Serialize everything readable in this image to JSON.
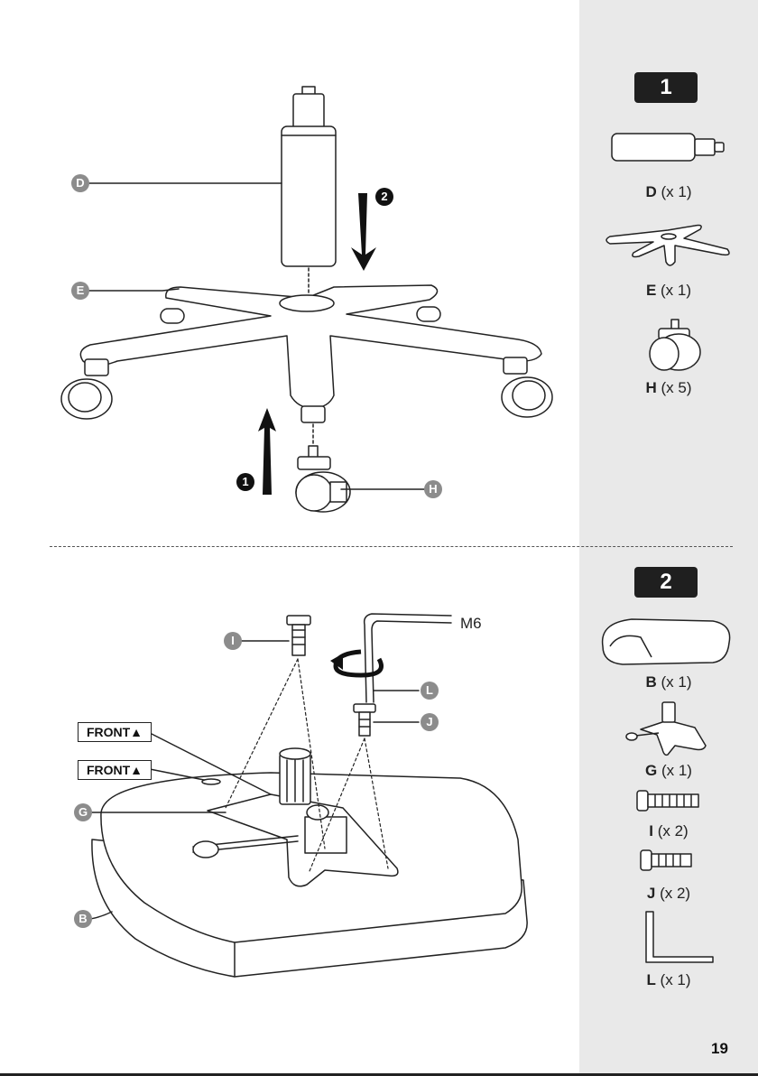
{
  "page_number": "19",
  "step1": {
    "badge": "1",
    "callouts": {
      "d": "D",
      "e": "E",
      "h": "H"
    },
    "order": {
      "first": "1",
      "second": "2"
    },
    "parts": [
      {
        "letter": "D",
        "qty": " (x 1)"
      },
      {
        "letter": "E",
        "qty": " (x 1)"
      },
      {
        "letter": "H",
        "qty": " (x 5)"
      }
    ]
  },
  "step2": {
    "badge": "2",
    "callouts": {
      "i": "I",
      "l": "L",
      "j": "J",
      "g": "G",
      "b": "B"
    },
    "front_label": "FRONT",
    "wrench_size": "M6",
    "parts": [
      {
        "letter": "B",
        "qty": " (x 1)"
      },
      {
        "letter": "G",
        "qty": " (x 1)"
      },
      {
        "letter": "I",
        "qty": " (x 2)"
      },
      {
        "letter": "J",
        "qty": " (x 2)"
      },
      {
        "letter": "L",
        "qty": " (x 1)"
      }
    ]
  },
  "icons": {
    "front_arrow": "up-arrow-icon"
  }
}
